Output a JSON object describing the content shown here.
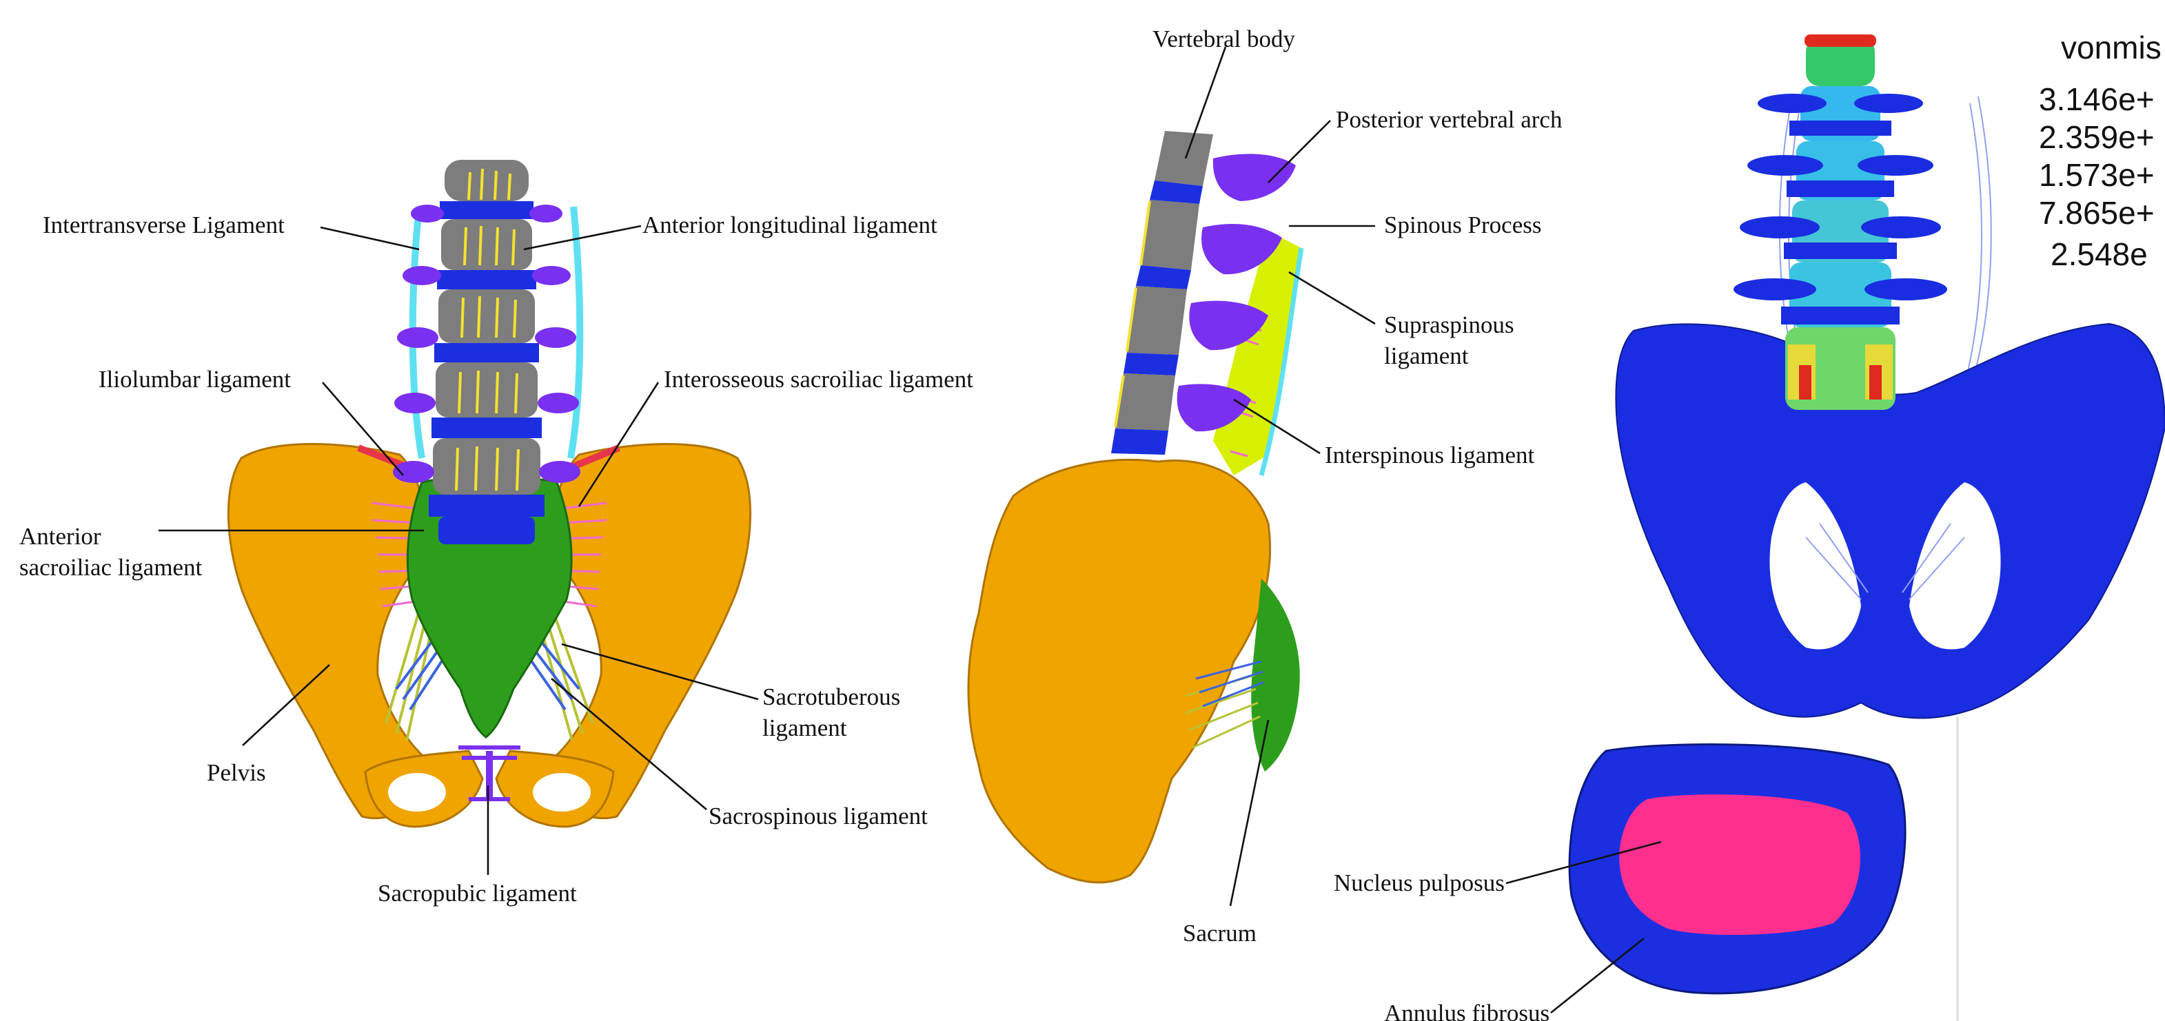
{
  "figure": {
    "front_view": {
      "labels": {
        "intertransverse": "Intertransverse Ligament",
        "anterior_longitudinal": "Anterior longitudinal ligament",
        "iliolumbar": "Iliolumbar ligament",
        "interosseous_sacroiliac": "Interosseous sacroiliac ligament",
        "anterior_sacroiliac_line1": "Anterior",
        "anterior_sacroiliac_line2": "sacroiliac ligament",
        "sacrotuberous_line1": "Sacrotuberous",
        "sacrotuberous_line2": "ligament",
        "pelvis": "Pelvis",
        "sacrospinous": "Sacrospinous ligament",
        "sacropubic": "Sacropubic ligament"
      }
    },
    "side_view": {
      "labels": {
        "vertebral_body": "Vertebral body",
        "posterior_arch": "Posterior vertebral arch",
        "spinous_process": "Spinous Process",
        "supraspinous_line1": "Supraspinous",
        "supraspinous_line2": "ligament",
        "interspinous": "Interspinous ligament",
        "sacrum": "Sacrum"
      }
    },
    "stress_view": {
      "legend_title": "vonmis",
      "legend_values": [
        "3.146e+",
        "2.359e+",
        "1.573e+",
        "7.865e+",
        "2.548e"
      ]
    },
    "disc_view": {
      "labels": {
        "nucleus": "Nucleus pulposus",
        "annulus": "Annulus fibrosus"
      }
    },
    "colors": {
      "bone": "#f0a400",
      "vertebra": "#7d7d7d",
      "disc": "#1b2fe0",
      "process": "#7a30f0",
      "sacrum": "#2c9e1c",
      "intertransverse": "#5ee0f2",
      "sacroiliac": "#f06ad0",
      "sacrotuberous": "#b7c234",
      "sacrospinous": "#3b63e0",
      "spinous": "#d6f000",
      "nucleus": "#ff2f8f",
      "fe_blue": "#1a2de0",
      "fe_hot": "#e02a20"
    }
  }
}
